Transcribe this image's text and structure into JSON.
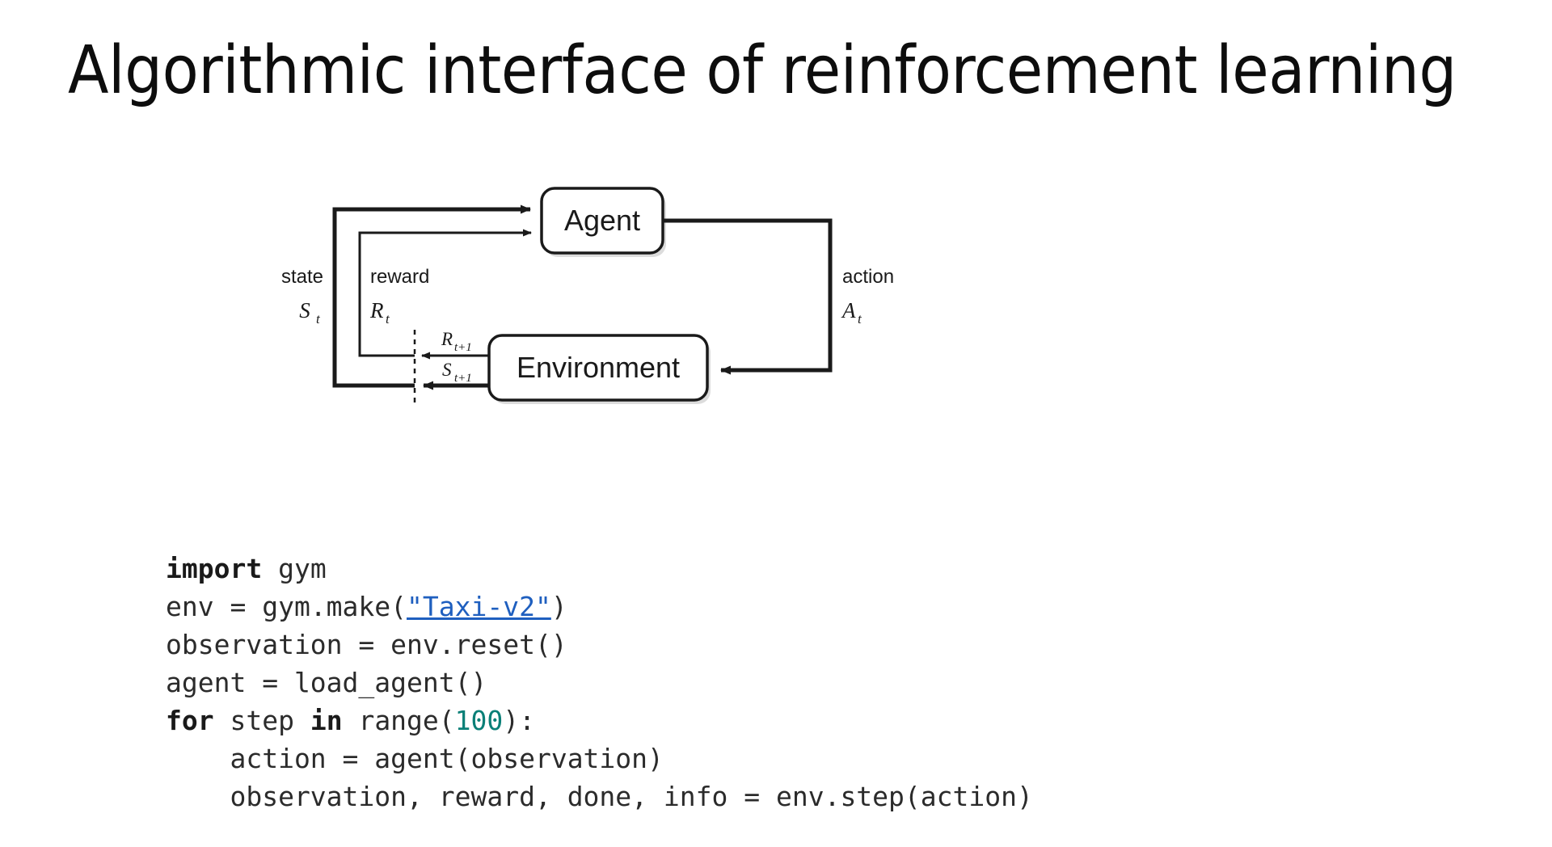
{
  "slide": {
    "title": "Algorithmic interface of reinforcement learning"
  },
  "diagram": {
    "name": "agent-environment-interaction-loop",
    "agent_box": "Agent",
    "environment_box": "Environment",
    "labels": {
      "state_word": "state",
      "state_symbol": "S",
      "state_subscript": "t",
      "reward_word": "reward",
      "reward_symbol": "R",
      "reward_subscript": "t",
      "action_word": "action",
      "action_symbol": "A",
      "action_subscript": "t",
      "next_reward_symbol": "R",
      "next_reward_subscript": "t+1",
      "next_state_symbol": "S",
      "next_state_subscript": "t+1"
    },
    "colors": {
      "stroke": "#1a1a1a",
      "box_fill": "#ffffff",
      "shadow": "#bfbfbf"
    }
  },
  "code": {
    "language": "python",
    "link_text": "\"Taxi-v2\"",
    "link_color": "#1f5fbf",
    "number_color": "#0a7f77",
    "keyword_color": "#1a1a1a",
    "lines": [
      {
        "id": "line-1",
        "parts": [
          {
            "type": "keyword",
            "text": "import"
          },
          {
            "type": "plain",
            "text": " gym"
          }
        ]
      },
      {
        "id": "line-2",
        "parts": [
          {
            "type": "plain",
            "text": "env = gym.make("
          },
          {
            "type": "link",
            "text": "\"Taxi-v2\""
          },
          {
            "type": "plain",
            "text": ")"
          }
        ]
      },
      {
        "id": "line-3",
        "parts": [
          {
            "type": "plain",
            "text": "observation = env.reset()"
          }
        ]
      },
      {
        "id": "line-4",
        "parts": [
          {
            "type": "plain",
            "text": "agent = load_agent()"
          }
        ]
      },
      {
        "id": "line-5",
        "parts": [
          {
            "type": "keyword",
            "text": "for"
          },
          {
            "type": "plain",
            "text": " step "
          },
          {
            "type": "keyword",
            "text": "in"
          },
          {
            "type": "plain",
            "text": " range("
          },
          {
            "type": "number",
            "text": "100"
          },
          {
            "type": "plain",
            "text": "):"
          }
        ]
      },
      {
        "id": "line-6",
        "parts": [
          {
            "type": "plain",
            "text": "    action = agent(observation)"
          }
        ]
      },
      {
        "id": "line-7",
        "parts": [
          {
            "type": "plain",
            "text": "    observation, reward, done, info = env.step(action)"
          }
        ]
      }
    ]
  }
}
